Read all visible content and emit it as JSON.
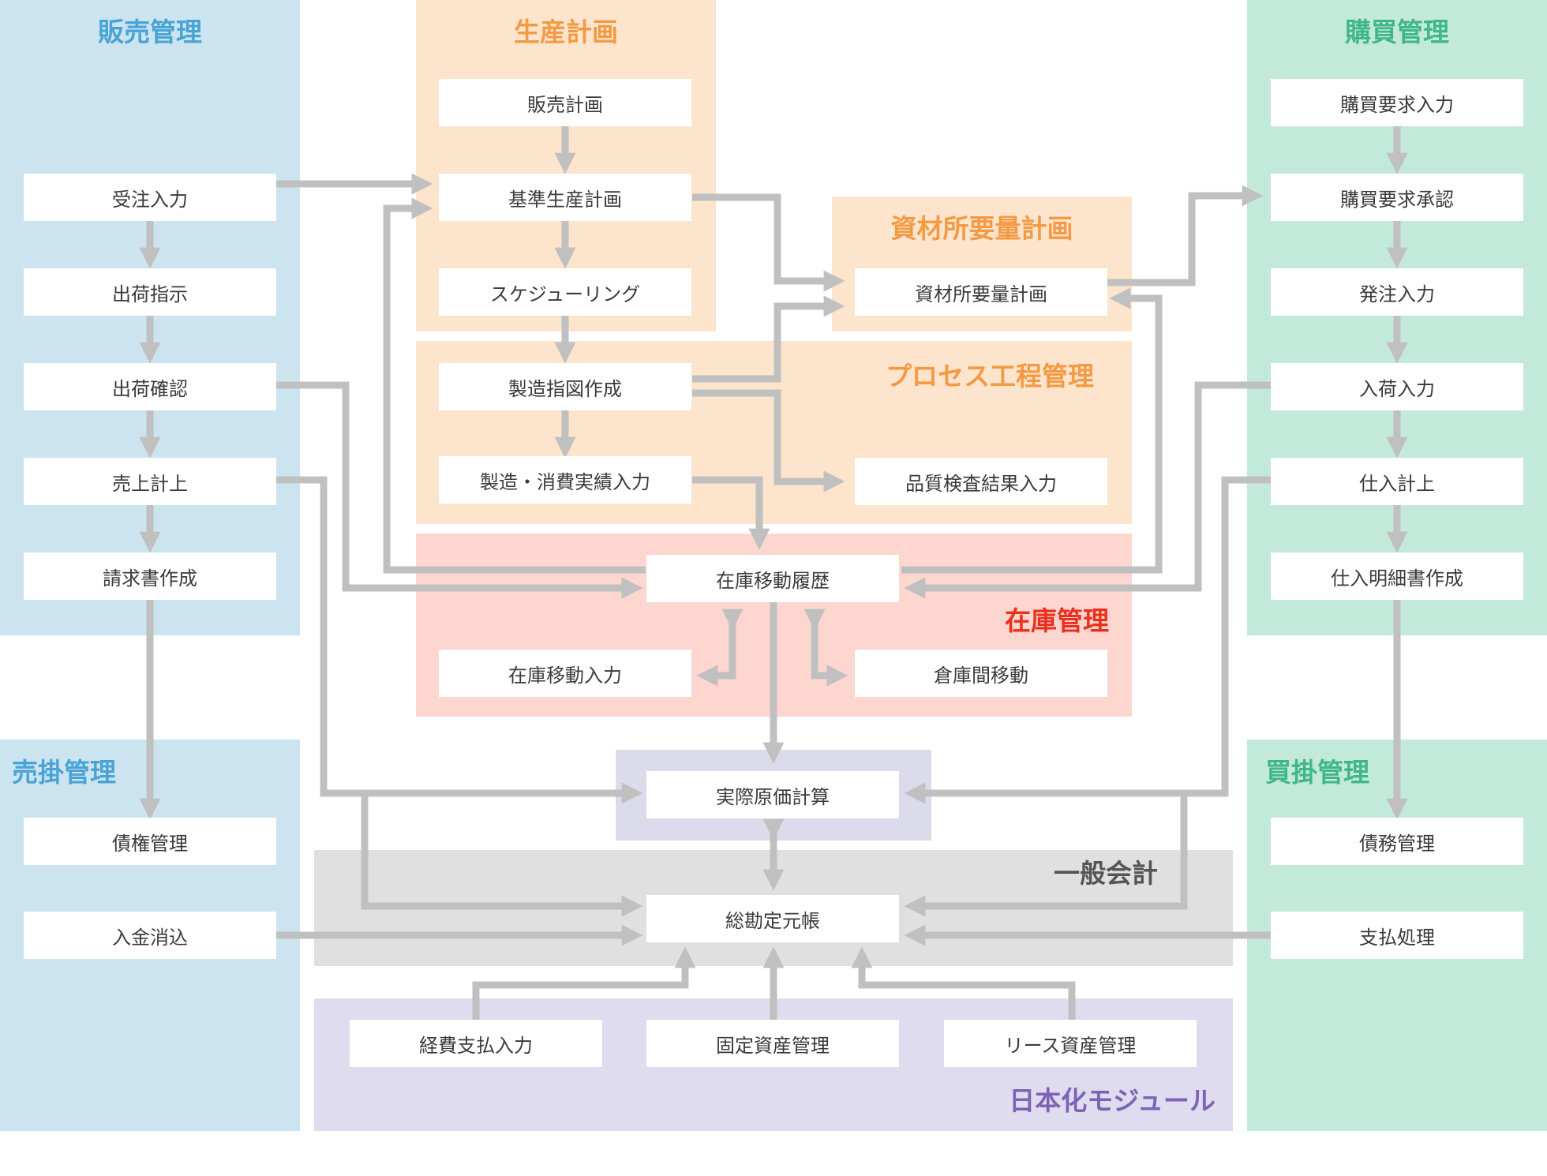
{
  "colors": {
    "sales_bg": "#cce4f0",
    "sales_title": "#49a4d6",
    "prod_bg": "#fde4cd",
    "prod_title": "#f39a43",
    "inv_bg": "#fdd6cf",
    "inv_title": "#ea2f1d",
    "purch_bg": "#c2e9d9",
    "purch_title": "#3fb78a",
    "cost_bg": "#dcdbeb",
    "ga_bg": "#e0e0e0",
    "ga_title": "#555555",
    "jp_bg": "#dedcee",
    "jp_title": "#7d63b5",
    "arrow": "#c0c0c0"
  },
  "titles": {
    "sales": "販売管理",
    "production": "生産計画",
    "mrp": "資材所要量計画",
    "process": "プロセス工程管理",
    "inventory": "在庫管理",
    "purchasing": "購買管理",
    "receivables": "売掛管理",
    "payables": "買掛管理",
    "general_accounting": "一般会計",
    "japan_module": "日本化モジュール"
  },
  "boxes": {
    "order_entry": "受注入力",
    "shipping_instruction": "出荷指示",
    "shipping_confirmation": "出荷確認",
    "sales_recording": "売上計上",
    "invoice_creation": "請求書作成",
    "sales_plan": "販売計画",
    "master_production_schedule": "基準生産計画",
    "scheduling": "スケジューリング",
    "mrp": "資材所要量計画",
    "manufacturing_order": "製造指図作成",
    "production_consumption_entry": "製造・消費実績入力",
    "quality_inspection_entry": "品質検査結果入力",
    "inventory_movement_history": "在庫移動履歴",
    "inventory_movement_entry": "在庫移動入力",
    "warehouse_transfer": "倉庫間移動",
    "purchase_request_entry": "購買要求入力",
    "purchase_request_approval": "購買要求承認",
    "order_placement": "発注入力",
    "receiving_entry": "入荷入力",
    "purchase_recording": "仕入計上",
    "purchase_statement": "仕入明細書作成",
    "receivables_management": "債権管理",
    "payment_reconciliation": "入金消込",
    "actual_cost_calculation": "実際原価計算",
    "general_ledger": "総勘定元帳",
    "payables_management": "債務管理",
    "payment_processing": "支払処理",
    "expense_payment_entry": "経費支払入力",
    "fixed_asset_management": "固定資産管理",
    "lease_asset_management": "リース資産管理"
  }
}
